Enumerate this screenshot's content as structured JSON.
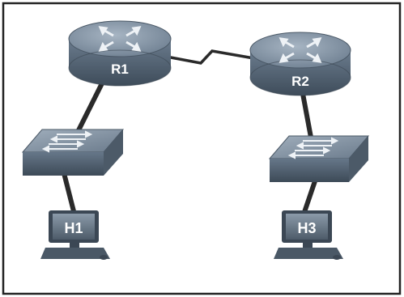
{
  "topology": {
    "devices": [
      {
        "id": "R1",
        "type": "router",
        "label": "R1"
      },
      {
        "id": "R2",
        "type": "router",
        "label": "R2"
      },
      {
        "id": "S1",
        "type": "switch",
        "label": ""
      },
      {
        "id": "S2",
        "type": "switch",
        "label": ""
      },
      {
        "id": "H1",
        "type": "host",
        "label": "H1"
      },
      {
        "id": "H3",
        "type": "host",
        "label": "H3"
      }
    ],
    "links": [
      {
        "from": "R1",
        "to": "R2",
        "type": "serial"
      },
      {
        "from": "R1",
        "to": "S1",
        "type": "ethernet"
      },
      {
        "from": "R2",
        "to": "S2",
        "type": "ethernet"
      },
      {
        "from": "S1",
        "to": "H1",
        "type": "ethernet"
      },
      {
        "from": "S2",
        "to": "H3",
        "type": "ethernet"
      }
    ]
  },
  "colors": {
    "router_body": "#5f6f80",
    "router_top": "#8a9aab",
    "switch_body": "#5a6a7b",
    "switch_top": "#8797a8",
    "host_screen": "#6f7f90",
    "cable": "#2a2a2a",
    "border": "#222222"
  }
}
